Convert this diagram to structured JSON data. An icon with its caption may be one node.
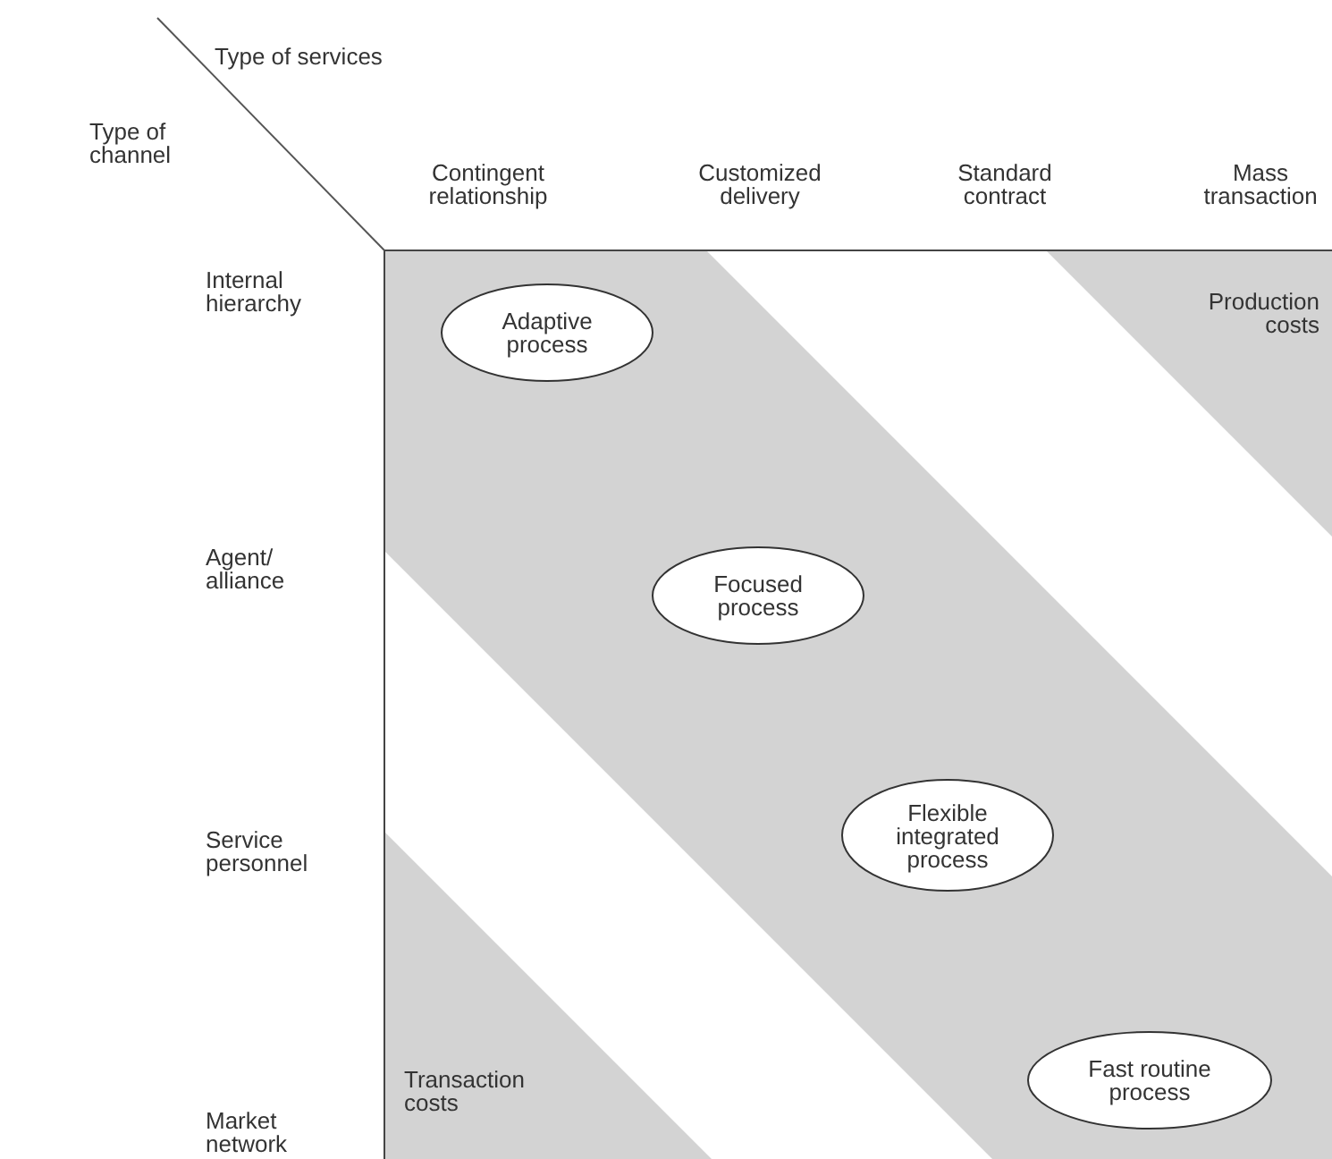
{
  "diagram": {
    "nodes": [
      {
        "text": [
          "Adaptive process"
        ]
      },
      {
        "text": [
          "Focused process"
        ]
      },
      {
        "text": [
          "Flexible integrated process"
        ]
      },
      {
        "text": [
          "Fast routine process"
        ]
      }
    ],
    "labels": [
      "Type of services",
      "Type of channel",
      "Contingent relationship",
      "Customized delivery",
      "Standard contract",
      "Mass transaction",
      "Internal hierarchy",
      "Production costs",
      "Agent/ alliance",
      "Service personnel",
      "Transaction costs",
      "Market network"
    ]
  }
}
